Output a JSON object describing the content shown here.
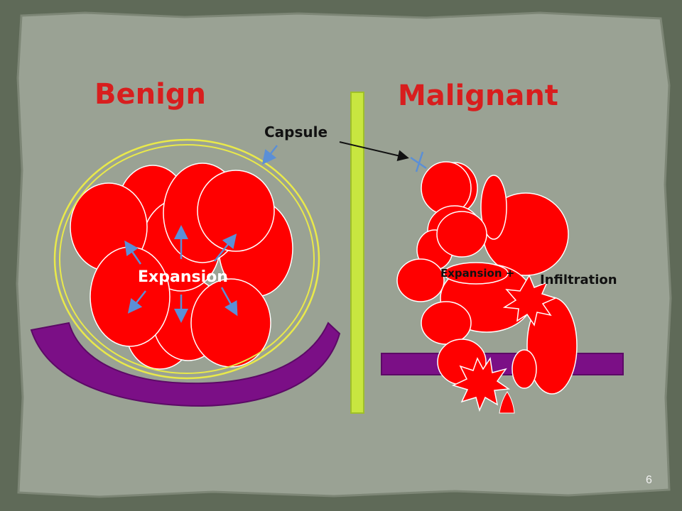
{
  "slide": {
    "left_title": "Benign",
    "right_title": "Malignant",
    "capsule_label": "Capsule",
    "benign_expansion_label": "Expansion",
    "malignant_expansion_label": "Expansion +",
    "infiltration_label": "Infiltration",
    "page_number": "6"
  },
  "colors": {
    "background_frame": "#5f6a58",
    "slide_panel": "#9aa294",
    "cell_fill": "#ff0000",
    "capsule": "#e9e94a",
    "divider": "#c8e640",
    "basement_membrane": "#7b0f86",
    "arrow": "#5b8fd6"
  }
}
